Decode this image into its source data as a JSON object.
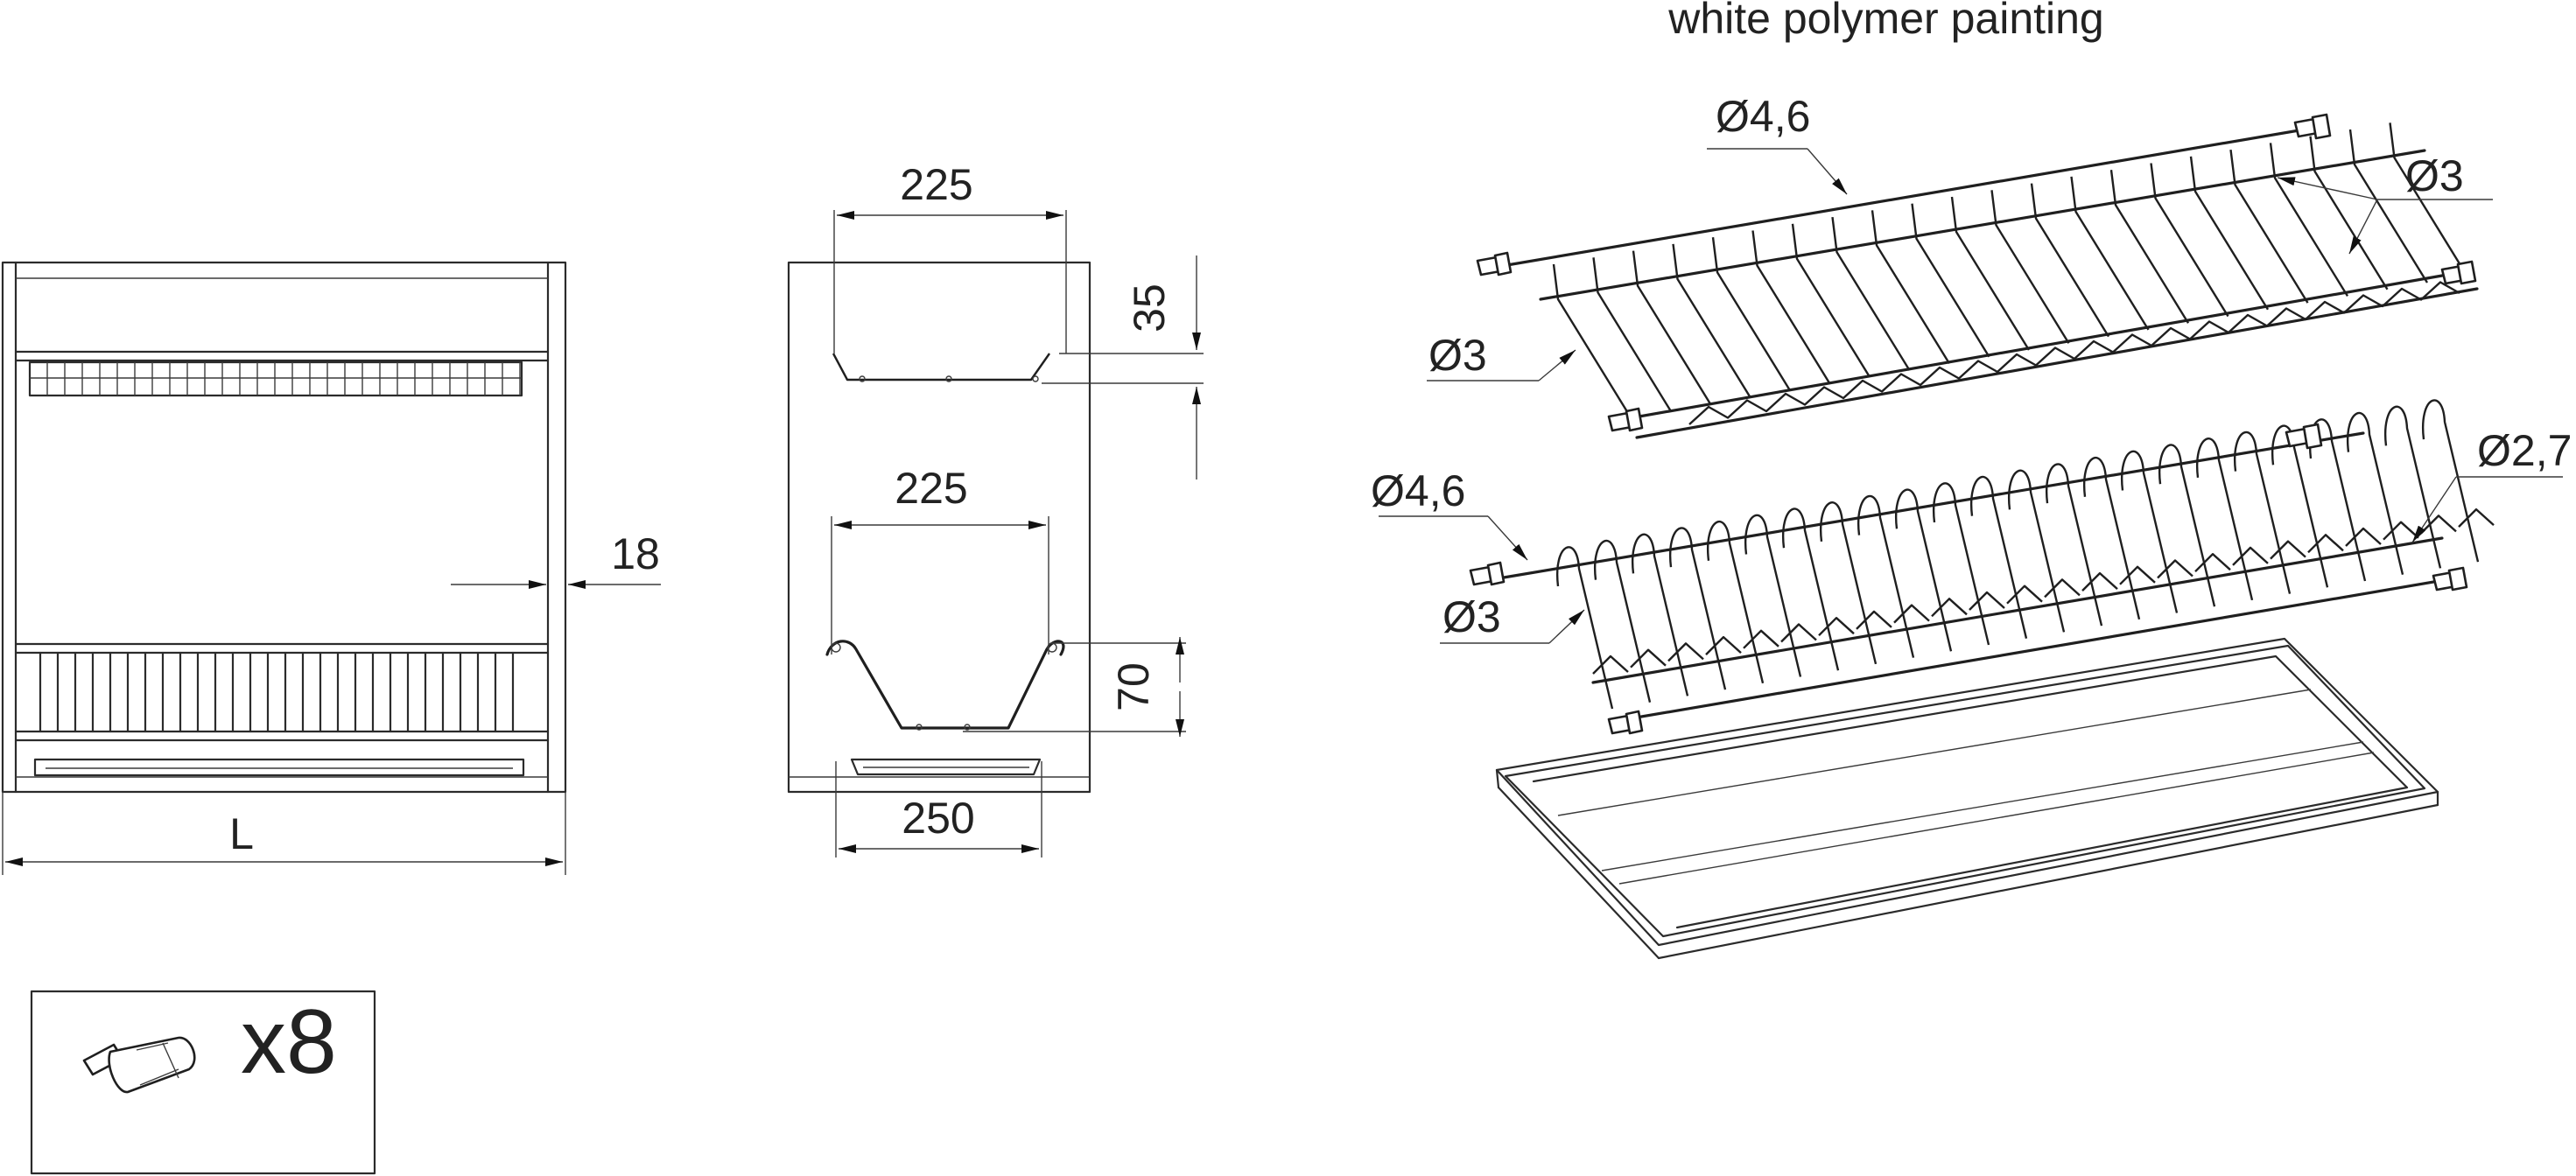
{
  "caption": "white polymer painting",
  "front_view": {
    "width_label": "L",
    "side_thickness_label": "18"
  },
  "side_view": {
    "top_width_label": "225",
    "top_depth_label": "35",
    "middle_width_label": "225",
    "middle_depth_label": "70",
    "tray_width_label": "250"
  },
  "exploded_view": {
    "top_rail_diameter_label": "Ø4,6",
    "top_tip_diameter_label": "Ø3",
    "top_rod_diameter_label": "Ø3",
    "lower_rail_diameter_label": "Ø4,6",
    "lower_rod_diameter_label": "Ø3",
    "lower_tip_diameter_label": "Ø2,7"
  },
  "fasteners": {
    "quantity_label": "x8",
    "icon": "plastic-plug-icon"
  }
}
